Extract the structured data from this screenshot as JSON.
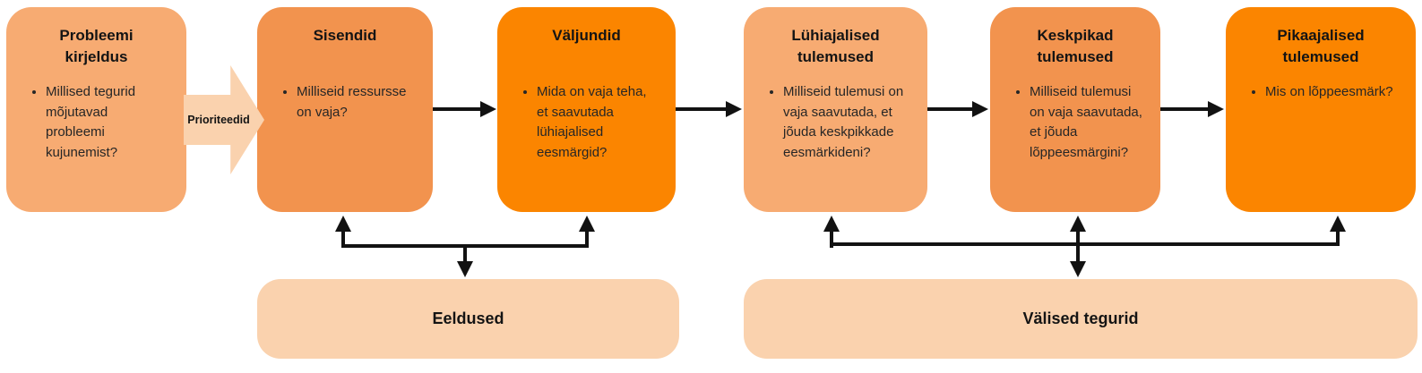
{
  "diagram": {
    "boxes": [
      {
        "title": "Probleemi kirjeldus",
        "bullet": "Millised tegurid mõjutavad probleemi kujunemist?"
      },
      {
        "title": "Sisendid",
        "bullet": "Milliseid ressursse on vaja?"
      },
      {
        "title": "Väljundid",
        "bullet": "Mida on vaja teha, et saavutada lühiajalised eesmärgid?"
      },
      {
        "title": "Lühiajalised tulemused",
        "bullet": "Milliseid tulemusi on vaja saavutada, et jõuda keskpikkade eesmärkideni?"
      },
      {
        "title": "Keskpikad tulemused",
        "bullet": "Milliseid tulemusi on vaja saavutada, et jõuda lõppeesmärgini?"
      },
      {
        "title": "Pikaajalised tulemused",
        "bullet": "Mis on lõppeesmärk?"
      }
    ],
    "flow_arrow_label": "Prioriteedid",
    "bottom_boxes": [
      {
        "label": "Eeldused"
      },
      {
        "label": "Välised tegurid"
      }
    ],
    "colors": {
      "light_orange": "#F7AB72",
      "medium_orange": "#F2934E",
      "dark_orange": "#FB8500",
      "pale_peach": "#FAD2AE",
      "arrow_black": "#121212"
    }
  }
}
